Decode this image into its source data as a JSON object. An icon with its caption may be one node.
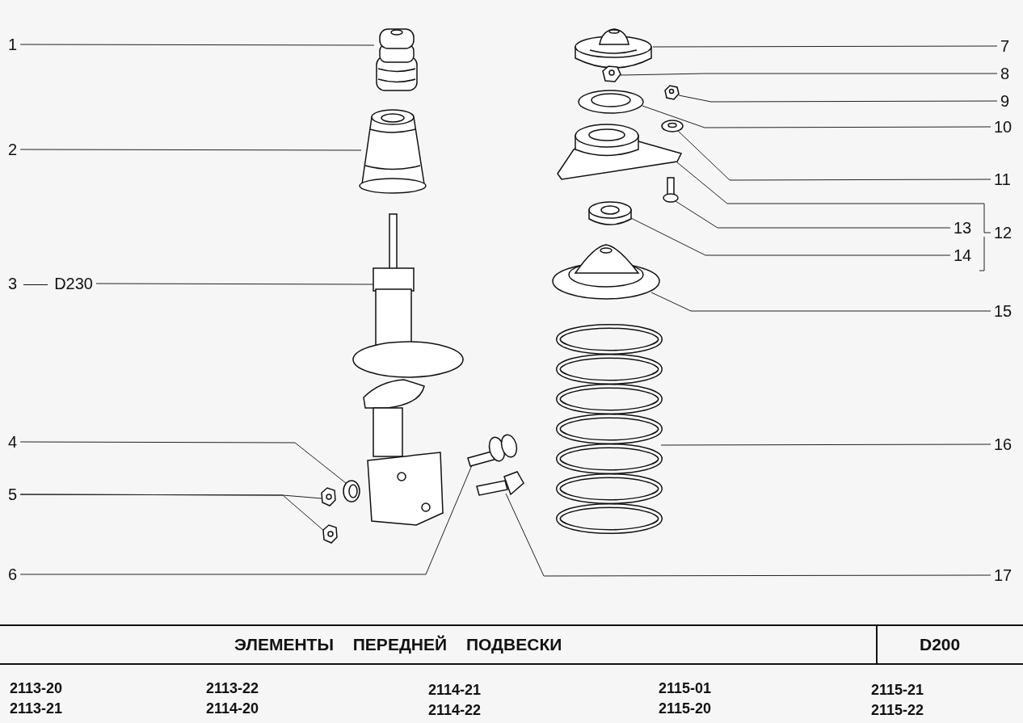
{
  "diagram": {
    "title": "ЭЛЕМЕНТЫ ПЕРЕДНЕЙ ПОДВЕСКИ",
    "nodes": [
      {
        "text": [
          "1"
        ]
      },
      {
        "text": [
          "2"
        ]
      },
      {
        "text": [
          "3"
        ],
        "beside": [
          "D230"
        ]
      },
      {
        "text": [
          "4"
        ]
      },
      {
        "text": [
          "5"
        ]
      },
      {
        "text": [
          "6"
        ]
      },
      {
        "text": [
          "7"
        ]
      },
      {
        "text": [
          "8"
        ]
      },
      {
        "text": [
          "9"
        ]
      },
      {
        "text": [
          "10"
        ]
      },
      {
        "text": [
          "11"
        ]
      },
      {
        "text": [
          "12"
        ]
      },
      {
        "text": [
          "13"
        ]
      },
      {
        "text": [
          "14"
        ]
      },
      {
        "text": [
          "15"
        ]
      },
      {
        "text": [
          "16"
        ]
      },
      {
        "text": [
          "17"
        ]
      },
      {
        "text": [],
        "shape": "picture"
      },
      {
        "text": [],
        "shape": "picture"
      },
      {
        "text": [],
        "shape": "picture"
      },
      {
        "text": [],
        "shape": "picture"
      },
      {
        "text": [],
        "shape": "picture"
      },
      {
        "text": [],
        "shape": "picture"
      },
      {
        "text": [],
        "shape": "picture"
      },
      {
        "text": [],
        "shape": "picture"
      },
      {
        "text": [],
        "shape": "picture"
      },
      {
        "text": [],
        "shape": "picture"
      },
      {
        "text": [],
        "shape": "picture"
      },
      {
        "text": [],
        "shape": "picture"
      },
      {
        "text": [],
        "shape": "picture"
      },
      {
        "text": [],
        "shape": "picture"
      },
      {
        "text": [],
        "shape": "picture"
      },
      {
        "text": [],
        "shape": "picture"
      },
      {
        "text": [],
        "shape": "picture"
      },
      {
        "text": [],
        "shape": "picture"
      }
    ],
    "edges": [
      {
        "from": 0,
        "to": 17,
        "arrow": "none"
      },
      {
        "from": 1,
        "to": 18,
        "arrow": "none"
      },
      {
        "from": 2,
        "to": 19,
        "arrow": "none"
      },
      {
        "from": 3,
        "to": 20,
        "arrow": "none"
      },
      {
        "from": 4,
        "to": 21,
        "arrow": "none"
      },
      {
        "from": 4,
        "to": 22,
        "arrow": "none"
      },
      {
        "from": 5,
        "to": 23,
        "arrow": "none"
      },
      {
        "from": 6,
        "to": 24,
        "arrow": "none"
      },
      {
        "from": 7,
        "to": 25,
        "arrow": "none"
      },
      {
        "from": 8,
        "to": 26,
        "arrow": "none"
      },
      {
        "from": 9,
        "to": 27,
        "arrow": "none"
      },
      {
        "from": 10,
        "to": 28,
        "arrow": "none"
      },
      {
        "from": 11,
        "to": 29,
        "arrow": "none"
      },
      {
        "from": 12,
        "to": 30,
        "arrow": "none"
      },
      {
        "from": 13,
        "to": 31,
        "arrow": "none"
      },
      {
        "from": 14,
        "to": 32,
        "arrow": "none"
      },
      {
        "from": 15,
        "to": 33,
        "arrow": "none"
      },
      {
        "from": 16,
        "to": 34,
        "arrow": "none"
      }
    ],
    "labels": [
      "D200",
      "2113-20",
      "2113-22",
      "2114-21",
      "2115-01",
      "2115-21",
      "2113-21",
      "2114-20",
      "2114-22",
      "2115-20",
      "2115-22"
    ]
  }
}
